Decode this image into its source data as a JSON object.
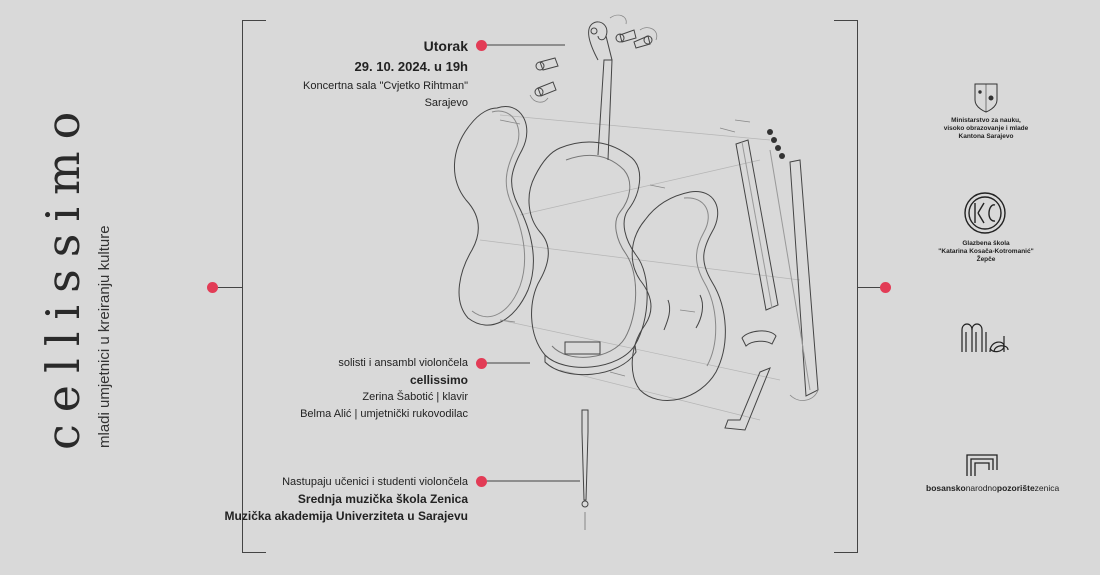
{
  "title": {
    "main": "cellissimo",
    "subtitle": "mladi umjetnici u kreiranju kulture"
  },
  "event": {
    "day": "Utorak",
    "datetime": "29. 10. 2024. u 19h",
    "venue": "Koncertna sala \"Cvjetko Rihtman\"",
    "city": "Sarajevo"
  },
  "ensemble": {
    "line1": "solisti i ansambl violončela",
    "name": "cellissimo",
    "piano": "Zerina Šabotić | klavir",
    "leader": "Belma Alić | umjetnički rukovodilac"
  },
  "performers": {
    "line1": "Nastupaju učenici i studenti violončela",
    "school": "Srednja muzička škola Zenica",
    "academy": "Muzička akademija Univerziteta u Sarajevu"
  },
  "logos": {
    "ministry": [
      "Ministarstvo za nauku,",
      "visoko obrazovanje i mlade",
      "Kantona Sarajevo"
    ],
    "music_school": [
      "Glazbena škola",
      "\"Katarina Kosača-Kotromanić\"",
      "Žepče"
    ],
    "ma_mark": "ma",
    "theatre_bold1": "bosansko",
    "theatre_light1": "narodno",
    "theatre_bold2": "pozorište",
    "theatre_light2": "zenica"
  },
  "colors": {
    "background": "#d9d9d9",
    "accent": "#e23c56",
    "ink": "#222222"
  }
}
